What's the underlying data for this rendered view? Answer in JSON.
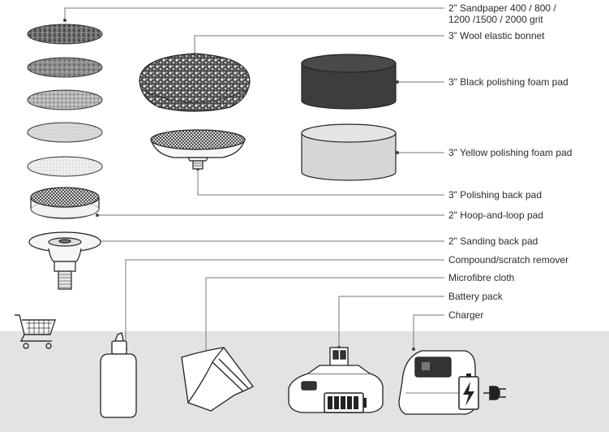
{
  "parts": [
    {
      "id": "sandpaper",
      "label_lines": [
        "2” Sandpaper 400 / 800 /",
        "1200 /1500 / 2000 grit"
      ]
    },
    {
      "id": "wool_bonnet",
      "label_lines": [
        "3” Wool elastic bonnet"
      ]
    },
    {
      "id": "black_foam",
      "label_lines": [
        "3\" Black polishing foam pad"
      ]
    },
    {
      "id": "yellow_foam",
      "label_lines": [
        "3\" Yellow polishing foam pad"
      ]
    },
    {
      "id": "polishing_back_pad",
      "label_lines": [
        "3\" Polishing back pad"
      ]
    },
    {
      "id": "hoop_loop_pad",
      "label_lines": [
        "2\" Hoop-and-loop pad"
      ]
    },
    {
      "id": "sanding_back_pad",
      "label_lines": [
        "2\" Sanding back pad"
      ]
    },
    {
      "id": "compound",
      "label_lines": [
        "Compound/scratch remover"
      ]
    },
    {
      "id": "microfibre",
      "label_lines": [
        "Microfibre cloth"
      ]
    },
    {
      "id": "battery",
      "label_lines": [
        "Battery pack"
      ]
    },
    {
      "id": "charger",
      "label_lines": [
        "Charger"
      ]
    }
  ],
  "colors": {
    "line": "#777777",
    "floor": "#e3e3e3",
    "black_pad": "#3d3d3d",
    "yellow_pad": "#d6d6d6",
    "outline": "#222222"
  },
  "icons": [
    "cart-icon",
    "battery-level-icon",
    "charging-battery-icon",
    "plug-icon"
  ]
}
